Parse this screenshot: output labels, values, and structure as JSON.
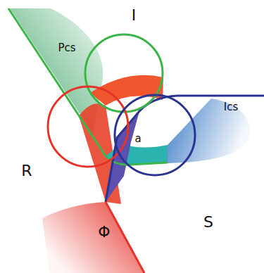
{
  "diagram": {
    "nodes": [
      {
        "text": [
          "Pcs"
        ]
      },
      {
        "text": [
          "I"
        ]
      },
      {
        "text": [
          "Ics"
        ]
      },
      {
        "text": [
          "R"
        ]
      },
      {
        "text": [
          "Φ"
        ]
      },
      {
        "text": [
          "S"
        ]
      }
    ],
    "labels": [
      "a"
    ]
  }
}
